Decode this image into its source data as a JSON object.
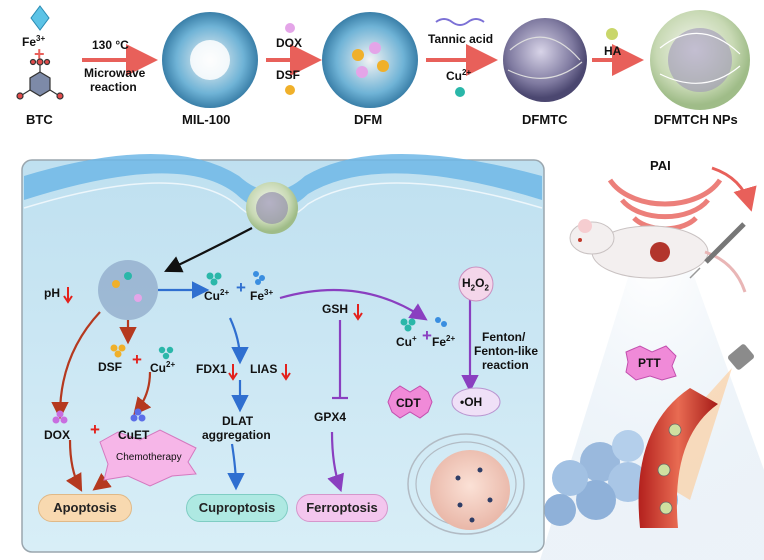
{
  "synthesis": {
    "fe3": "Fe",
    "fe3_sup": "3+",
    "plus": "+",
    "btc": "BTC",
    "temp": "130 °C",
    "method_line1": "Microwave",
    "method_line2": "reaction",
    "mil100": "MIL-100",
    "dox": "DOX",
    "dsf": "DSF",
    "dfm": "DFM",
    "tannic_acid": "Tannic acid",
    "cu": "Cu",
    "cu_sup": "2+",
    "dfmtc": "DFMTC",
    "ha": "HA",
    "dfmtch": "DFMTCH NPs"
  },
  "cell": {
    "ph": "pH",
    "cu2": "Cu",
    "cu2_sup": "2+",
    "plus": "+",
    "fe3": "Fe",
    "fe3_sup": "3+",
    "gsh": "GSH",
    "h2o2": "H",
    "h2o2_sub": "2",
    "h2o2_o": "O",
    "cu1": "Cu",
    "cu1_sup": "+",
    "fe2": "Fe",
    "fe2_sup": "2+",
    "fenton_line1": "Fenton/",
    "fenton_line2": "Fenton-like",
    "fenton_line3": "reaction",
    "dsf": "DSF",
    "fdx1": "FDX1",
    "lias": "LIAS",
    "gpx4": "GPX4",
    "cdt": "CDT",
    "oh": "•OH",
    "dox": "DOX",
    "cuet": "CuET",
    "dlat_line1": "DLAT",
    "dlat_line2": "aggregation",
    "chemotherapy": "Chemotherapy",
    "apoptosis": "Apoptosis",
    "cuproptosis": "Cuproptosis",
    "ferroptosis": "Ferroptosis"
  },
  "animal": {
    "pai": "PAI",
    "ptt": "PTT"
  },
  "colors": {
    "arrow_red": "#e8605a",
    "arrow_blue": "#2f6fd0",
    "arrow_purple": "#8a3fc0",
    "arrow_brown": "#b5391f",
    "down_red": "#e3211c",
    "panel_bg": "#cfe7f3",
    "apoptosis_pill": "#f8d9b0",
    "cuproptosis_pill": "#aee9e2",
    "ferroptosis_pill": "#f3c6ee",
    "cdt_badge": "#f08ad8",
    "ptt_badge": "#f08ad8"
  }
}
